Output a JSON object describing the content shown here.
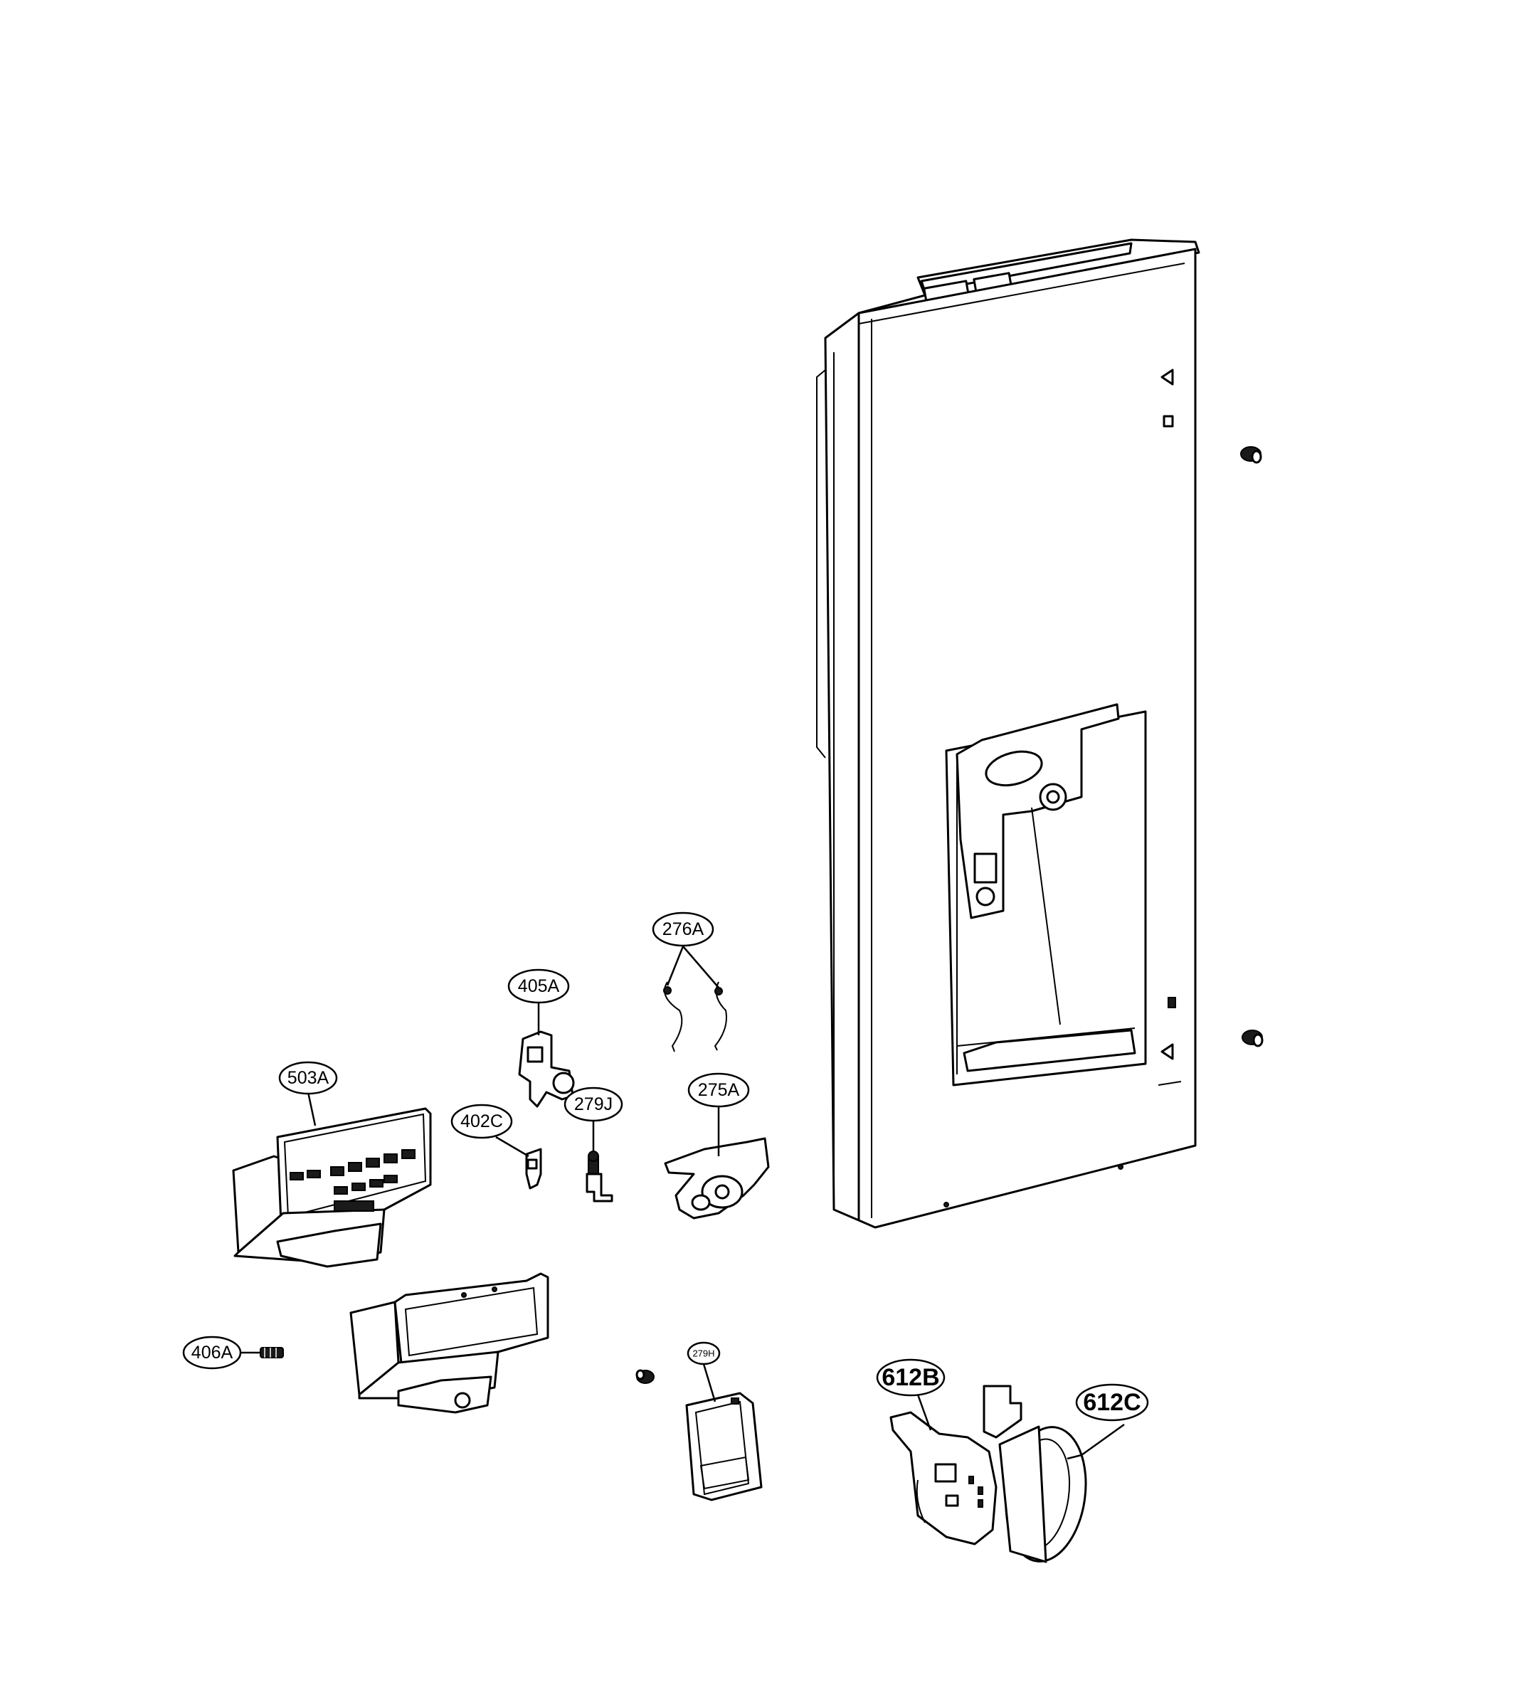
{
  "callouts": {
    "c276A": "276A",
    "c405A": "405A",
    "c503A": "503A",
    "c402C": "402C",
    "c279J": "279J",
    "c275A": "275A",
    "c406A": "406A",
    "c279H": "279H",
    "c612B": "612B",
    "c612C": "612C"
  }
}
